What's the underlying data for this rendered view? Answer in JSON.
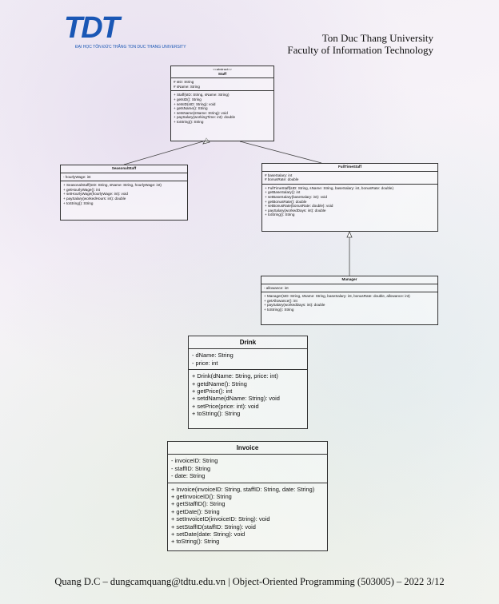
{
  "header": {
    "logo_text": "TDT",
    "logo_subtitle": [
      "ĐẠI HỌC TÔN ĐỨC THẮNG",
      "TON DUC THANG UNIVERSITY"
    ],
    "university": "Ton Duc Thang University",
    "faculty": "Faculty of Information Technology"
  },
  "diagram": {
    "staff": {
      "stereotype": "<<abstract>>",
      "name": "Staff",
      "attributes": [
        "# sID: String",
        "# sName: String"
      ],
      "methods": [
        "+ Staff(sID: String, sName: String)",
        "+ getsID(): String",
        "+ setsID(sID: String): void",
        "+ getsName(): String",
        "+ setsName(sName: String): void",
        "+ paySalary(workingTime: int): double",
        "+ toString(): String"
      ]
    },
    "seasonal": {
      "name": "SeasonalStaff",
      "attributes": [
        "- hourlyWage: int"
      ],
      "methods": [
        "+ SeasonalStaff(sID: String, sName: String, hourlyWage: int)",
        "+ getHourlyWage(): int",
        "+ setHourlyWage(hourlyWage: int): void",
        "+ paySalary(workedHours: int): double",
        "+ toString(): String"
      ]
    },
    "fulltime": {
      "name": "FullTimeStaff",
      "attributes": [
        "# baseSalary: int",
        "# bonusRate: double"
      ],
      "methods": [
        "+ FullTimeStaff(sID: String, sName: String, baseSalary: int, bonusRate: double)",
        "+ getBaseSalary(): int",
        "+ setBaseSalary(baseSalary: int): void",
        "+ getBonusRate(): double",
        "+ setBonusRate(bonusRate: double): void",
        "+ paySalary(workedDays: int): double",
        "+ toString(): String"
      ]
    },
    "manager": {
      "name": "Manager",
      "attributes": [
        "- allowance: int"
      ],
      "methods": [
        "+ Manager(sID: String, sName: String, baseSalary: int, bonusRate: double, allowance: int)",
        "+ getAllowance(): int",
        "+ paySalary(workedDays: int): double",
        "+ toString(): String"
      ]
    },
    "drink": {
      "name": "Drink",
      "attributes": [
        "- dName: String",
        "- price: int"
      ],
      "methods": [
        "+ Drink(dName: String, price: int)",
        "+ getdName(): String",
        "+ getPrice(): int",
        "+ setdName(dName: String): void",
        "+ setPrice(price: int): void",
        "+ toString(): String"
      ]
    },
    "invoice": {
      "name": "Invoice",
      "attributes": [
        "- invoiceID: String",
        "- staffID: String",
        "- date: String"
      ],
      "methods": [
        "+ Invoice(invoiceID: String, staffID: String, date: String)",
        "+ getInvoiceID(): String",
        "+ getStaffID(): String",
        "+ getDate(): String",
        "+ setInvoiceID(invoiceID: String): void",
        "+ setStaffID(staffID: String): void",
        "+ setDate(date: String): void",
        "+ toString(): String"
      ]
    }
  },
  "footer": {
    "text": "Quang D.C – dungcamquang@tdtu.edu.vn | Object-Oriented Programming (503005) – 2022 3/12"
  }
}
